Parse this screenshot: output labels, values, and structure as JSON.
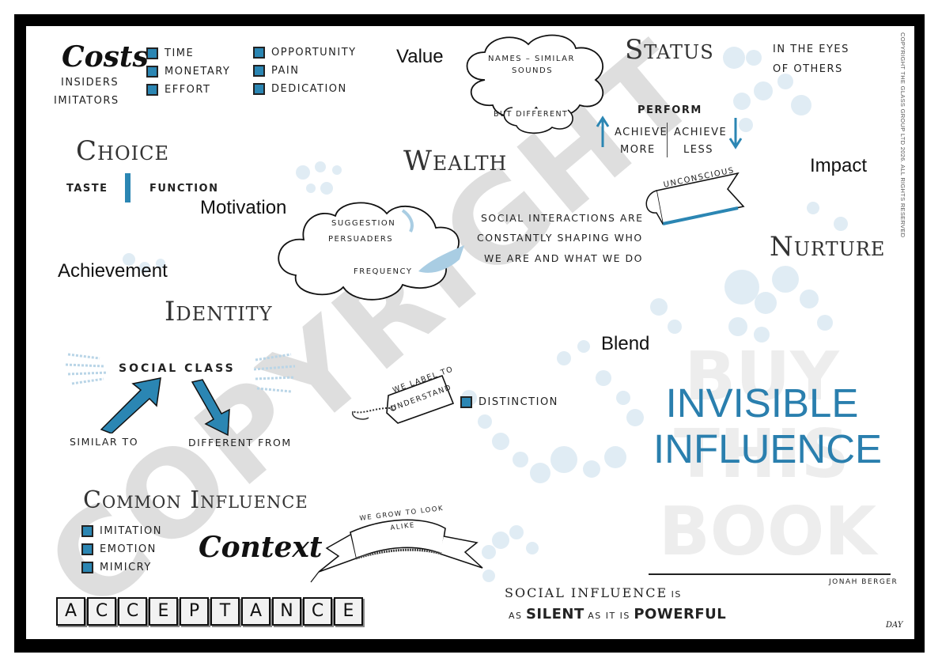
{
  "copyright_side": "COPYRIGHT THE GLASS GROUP LTD 2026. ALL RIGHTS RESERVED",
  "watermark": {
    "main": "COPYRIGHT",
    "buy_lines": [
      "BUY",
      "THIS",
      "BOOK"
    ]
  },
  "costs": {
    "title": "Costs",
    "sub": [
      "INSIDERS",
      "IMITATORS"
    ],
    "list1": [
      "TIME",
      "MONETARY",
      "EFFORT"
    ],
    "list2": [
      "OPPORTUNITY",
      "PAIN",
      "DEDICATION"
    ]
  },
  "value_label": "Value",
  "cloud_top": {
    "line1": "NAMES – SIMILAR",
    "line2": "SOUNDS",
    "line3": "BUT DIFFERENT"
  },
  "status": "Status",
  "eyes": [
    "IN THE EYES",
    "OF OTHERS"
  ],
  "perform": {
    "title": "PERFORM",
    "left": [
      "ACHIEVE",
      "MORE"
    ],
    "right": [
      "ACHIEVE",
      "LESS"
    ]
  },
  "choice": {
    "title": "Choice",
    "left": "TASTE",
    "right": "FUNCTION"
  },
  "wealth": "Wealth",
  "impact": "Impact",
  "unconscious": "UNCONSCIOUS",
  "motivation": "Motivation",
  "cloud_mid": {
    "line1": "SUGGESTION",
    "line2": "PERSUADERS",
    "line3": "FREQUENCY"
  },
  "social_interactions": [
    "SOCIAL INTERACTIONS ARE",
    "CONSTANTLY SHAPING WHO",
    "WE ARE AND WHAT WE DO"
  ],
  "nurture": "Nurture",
  "achievement": "Achievement",
  "identity": "Identity",
  "blend": "Blend",
  "social_class": {
    "title": "SOCIAL CLASS",
    "left": "SIMILAR TO",
    "right": "DIFFERENT FROM"
  },
  "label_tag": [
    "WE LABEL TO",
    "UNDERSTAND"
  ],
  "distinction": "DISTINCTION",
  "book_title": [
    "INVISIBLE",
    "INFLUENCE"
  ],
  "common_influence": {
    "title": "Common Influence",
    "items": [
      "IMITATION",
      "EMOTION",
      "MIMICRY"
    ]
  },
  "context": "Context",
  "grow_banner": [
    "WE GROW TO LOOK",
    "ALIKE"
  ],
  "author": "JONAH BERGER",
  "acceptance": [
    "A",
    "C",
    "C",
    "E",
    "P",
    "T",
    "A",
    "N",
    "C",
    "E"
  ],
  "tagline": {
    "p1": "SOCIAL INFLUENCE",
    "p2": "IS",
    "p3": "AS",
    "p4": "SILENT",
    "p5": "AS IT IS",
    "p6": "POWERFUL"
  },
  "signature": "DAY",
  "colors": {
    "accent": "#2b86b3",
    "title_blue": "#2a7fae",
    "frame": "#000000",
    "bubble": "#c6dceb"
  }
}
